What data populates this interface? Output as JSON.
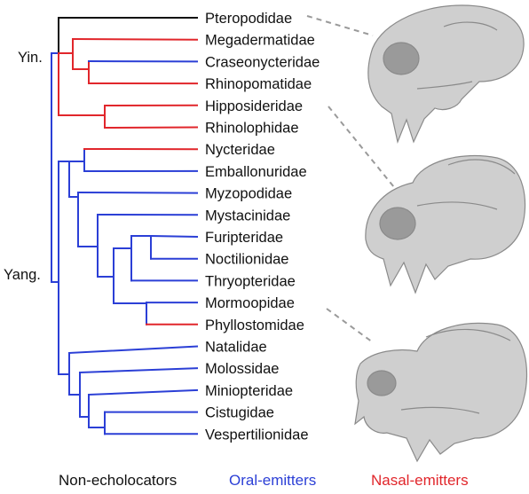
{
  "colors": {
    "non_echolocator": "#111111",
    "oral": "#2b3fd6",
    "nasal": "#e1262b",
    "leader": "#9a9a9a",
    "skull": "#c9c9c9"
  },
  "clades": {
    "yin": "Yin.",
    "yang": "Yang."
  },
  "taxa": [
    {
      "name": "Pteropodidae",
      "type": "non_echolocator"
    },
    {
      "name": "Megadermatidae",
      "type": "nasal"
    },
    {
      "name": "Craseonycteridae",
      "type": "oral"
    },
    {
      "name": "Rhinopomatidae",
      "type": "nasal"
    },
    {
      "name": "Hipposideridae",
      "type": "nasal"
    },
    {
      "name": "Rhinolophidae",
      "type": "nasal"
    },
    {
      "name": "Nycteridae",
      "type": "nasal"
    },
    {
      "name": "Emballonuridae",
      "type": "oral"
    },
    {
      "name": "Myzopodidae",
      "type": "oral"
    },
    {
      "name": "Mystacinidae",
      "type": "oral"
    },
    {
      "name": "Furipteridae",
      "type": "oral"
    },
    {
      "name": "Noctilionidae",
      "type": "oral"
    },
    {
      "name": "Thryopteridae",
      "type": "oral"
    },
    {
      "name": "Mormoopidae",
      "type": "oral"
    },
    {
      "name": "Phyllostomidae",
      "type": "nasal"
    },
    {
      "name": "Natalidae",
      "type": "oral"
    },
    {
      "name": "Molossidae",
      "type": "oral"
    },
    {
      "name": "Miniopteridae",
      "type": "oral"
    },
    {
      "name": "Cistugidae",
      "type": "oral"
    },
    {
      "name": "Vespertilionidae",
      "type": "oral"
    }
  ],
  "legend": {
    "non_echolocators": "Non-echolocators",
    "oral": "Oral-emitters",
    "nasal": "Nasal-emitters"
  },
  "skulls": [
    {
      "name": "pteropodid-skull-icon",
      "linked_taxon": "Pteropodidae"
    },
    {
      "name": "hipposiderid-skull-icon",
      "linked_taxon": "Hipposideridae"
    },
    {
      "name": "mormoopid-skull-icon",
      "linked_taxon": "Mormoopidae"
    }
  ]
}
